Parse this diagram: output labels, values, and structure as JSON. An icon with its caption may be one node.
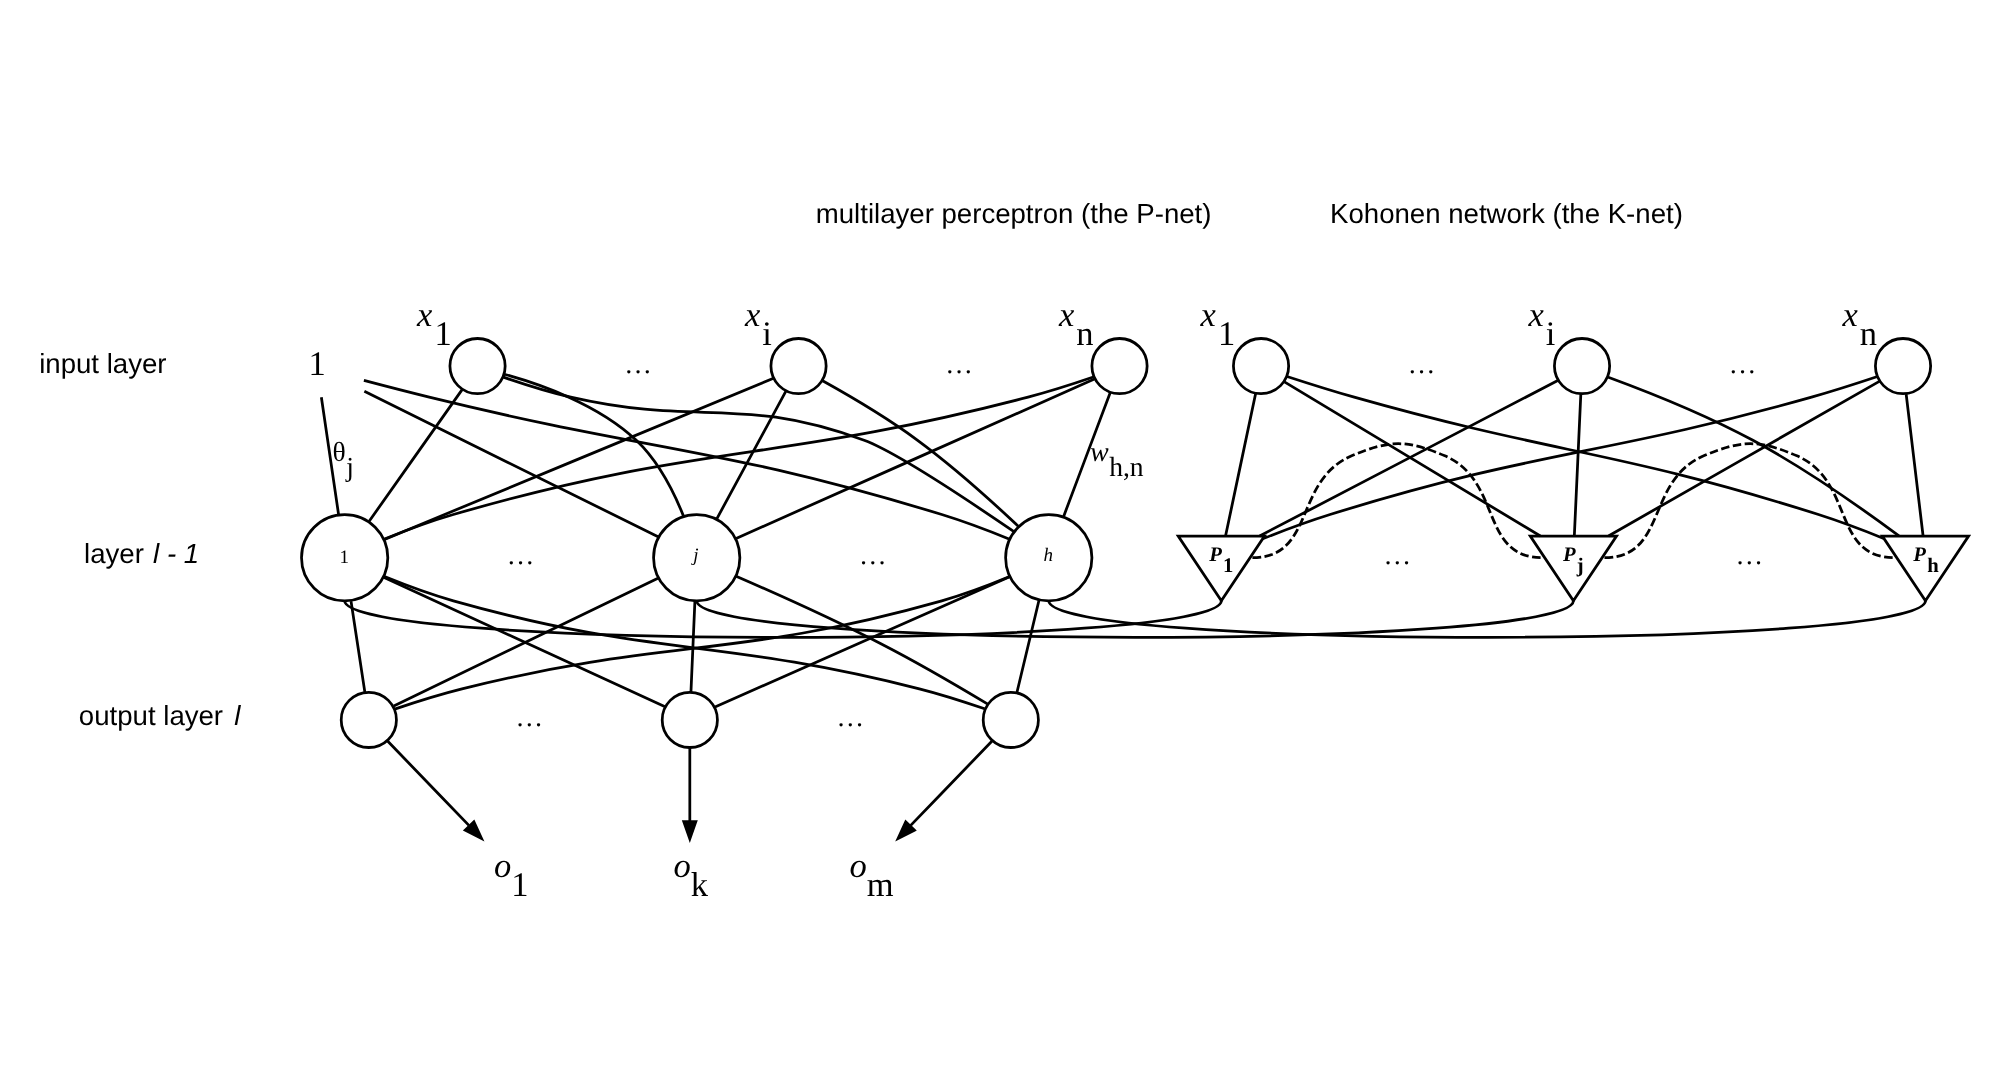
{
  "diagram": {
    "nodes": [
      {
        "text": [
          "1"
        ]
      },
      {
        "text": [
          "*x*$_{1}$"
        ]
      },
      {
        "text": [
          "*x*$_{i}$"
        ]
      },
      {
        "text": [
          "*x*$_{n}$"
        ]
      },
      {
        "text": [
          "1"
        ]
      },
      {
        "text": [
          "*j*"
        ]
      },
      {
        "text": [
          "*h*"
        ]
      },
      {
        "text": [
          "*x*$_{1}$"
        ]
      },
      {
        "text": [
          "*x*$_{i}$"
        ]
      },
      {
        "text": [
          "*x*$_{n}$"
        ]
      },
      {
        "text": [
          "*P*$_{1}$"
        ]
      },
      {
        "text": [
          "*P*$_{j}$"
        ]
      },
      {
        "text": [
          "*P*$_{h}$"
        ]
      },
      {
        "text": [],
        "shape": "circle"
      },
      {
        "text": [],
        "shape": "circle"
      },
      {
        "text": [],
        "shape": "circle"
      },
      {
        "text": [
          "*o*$_{1}$"
        ]
      },
      {
        "text": [
          "*o*$_{k}$"
        ]
      },
      {
        "text": [
          "*o*$_{m}$"
        ]
      }
    ],
    "edges": [
      {
        "from": 0,
        "to": 4,
        "arrow": "none",
        "label": "θ$_{j}$"
      },
      {
        "from": 0,
        "to": 5,
        "arrow": "none"
      },
      {
        "from": 0,
        "to": 6,
        "arrow": "none"
      },
      {
        "from": 1,
        "to": 4,
        "arrow": "none"
      },
      {
        "from": 1,
        "to": 5,
        "arrow": "none"
      },
      {
        "from": 1,
        "to": 6,
        "arrow": "none"
      },
      {
        "from": 2,
        "to": 4,
        "arrow": "none"
      },
      {
        "from": 2,
        "to": 5,
        "arrow": "none"
      },
      {
        "from": 2,
        "to": 6,
        "arrow": "none"
      },
      {
        "from": 3,
        "to": 4,
        "arrow": "none"
      },
      {
        "from": 3,
        "to": 5,
        "arrow": "none"
      },
      {
        "from": 3,
        "to": 6,
        "arrow": "none",
        "label": "*w*$_{h,n}$"
      },
      {
        "from": 7,
        "to": 10,
        "arrow": "none"
      },
      {
        "from": 7,
        "to": 11,
        "arrow": "none"
      },
      {
        "from": 7,
        "to": 12,
        "arrow": "none"
      },
      {
        "from": 8,
        "to": 10,
        "arrow": "none"
      },
      {
        "from": 8,
        "to": 11,
        "arrow": "none"
      },
      {
        "from": 8,
        "to": 12,
        "arrow": "none"
      },
      {
        "from": 9,
        "to": 10,
        "arrow": "none"
      },
      {
        "from": 9,
        "to": 11,
        "arrow": "none"
      },
      {
        "from": 9,
        "to": 12,
        "arrow": "none"
      },
      {
        "from": 10,
        "to": 11,
        "arrow": "none",
        "style": "dashed"
      },
      {
        "from": 11,
        "to": 12,
        "arrow": "none",
        "style": "dashed"
      },
      {
        "from": 10,
        "to": 4,
        "arrow": "none"
      },
      {
        "from": 11,
        "to": 5,
        "arrow": "none"
      },
      {
        "from": 12,
        "to": 6,
        "arrow": "none"
      },
      {
        "from": 4,
        "to": 13,
        "arrow": "none"
      },
      {
        "from": 4,
        "to": 14,
        "arrow": "none"
      },
      {
        "from": 4,
        "to": 15,
        "arrow": "none"
      },
      {
        "from": 5,
        "to": 13,
        "arrow": "none"
      },
      {
        "from": 5,
        "to": 14,
        "arrow": "none"
      },
      {
        "from": 5,
        "to": 15,
        "arrow": "none"
      },
      {
        "from": 6,
        "to": 13,
        "arrow": "none"
      },
      {
        "from": 6,
        "to": 14,
        "arrow": "none"
      },
      {
        "from": 6,
        "to": 15,
        "arrow": "none"
      },
      {
        "from": 13,
        "to": 16,
        "arrow": "to"
      },
      {
        "from": 14,
        "to": 17,
        "arrow": "to"
      },
      {
        "from": 15,
        "to": 18,
        "arrow": "to"
      }
    ],
    "labels": [
      "multilayer perceptron (the P-net)",
      "Kohonen network (the K-net)",
      "input layer",
      "…",
      "…",
      "…",
      "…",
      "layer *l - 1*",
      "…",
      "…",
      "…",
      "…",
      "output layer *l*",
      "…",
      "…"
    ]
  }
}
